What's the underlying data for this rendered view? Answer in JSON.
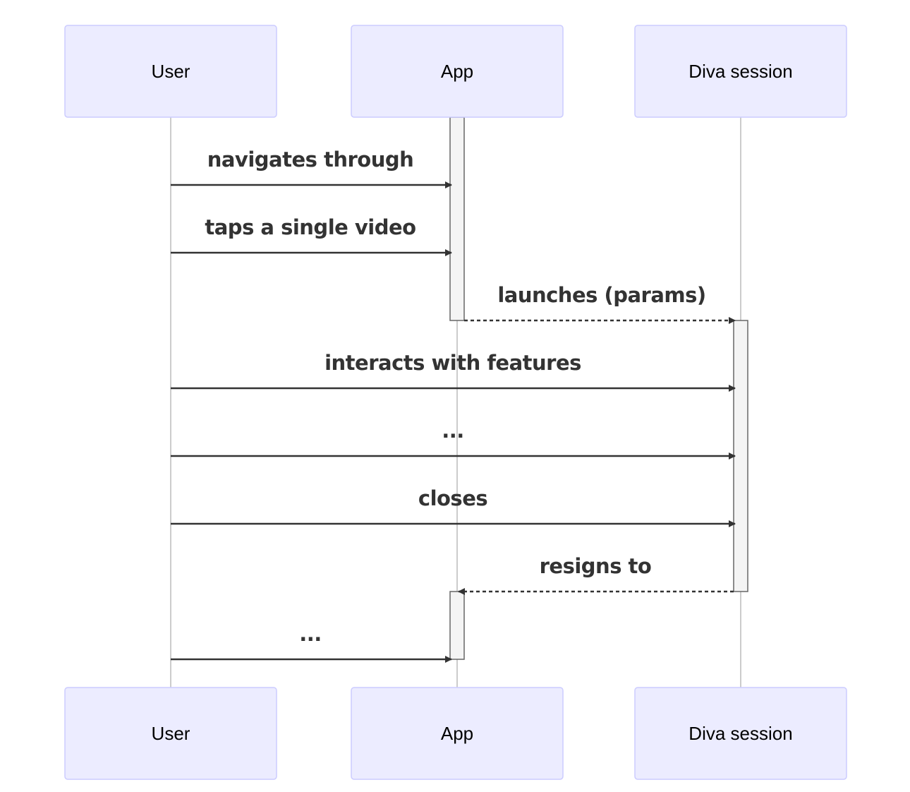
{
  "participants": [
    {
      "id": "user",
      "label": "User"
    },
    {
      "id": "app",
      "label": "App"
    },
    {
      "id": "diva",
      "label": "Diva session"
    }
  ],
  "messages": [
    {
      "from": "user",
      "to": "app",
      "label": "navigates through",
      "style": "solid"
    },
    {
      "from": "user",
      "to": "app",
      "label": "taps a single video",
      "style": "solid"
    },
    {
      "from": "app",
      "to": "diva",
      "label": "launches (params)",
      "style": "dotted"
    },
    {
      "from": "user",
      "to": "diva",
      "label": "interacts with features",
      "style": "solid"
    },
    {
      "from": "user",
      "to": "diva",
      "label": "...",
      "style": "solid"
    },
    {
      "from": "user",
      "to": "diva",
      "label": "closes",
      "style": "solid"
    },
    {
      "from": "diva",
      "to": "app",
      "label": "resigns to",
      "style": "dotted"
    },
    {
      "from": "user",
      "to": "app",
      "label": "...",
      "style": "solid"
    }
  ],
  "activations": [
    {
      "participant": "app",
      "from_message": 0,
      "to_message": 2
    },
    {
      "participant": "diva",
      "from_message": 2,
      "to_message": 6
    },
    {
      "participant": "app",
      "from_message": 6,
      "to_message": 7
    }
  ],
  "colors": {
    "actor_fill": "#ECECFF",
    "actor_border": "#CCCCFF",
    "line": "#333333",
    "lifeline": "#BBBBBB",
    "activation_fill": "#F4F4F4"
  }
}
